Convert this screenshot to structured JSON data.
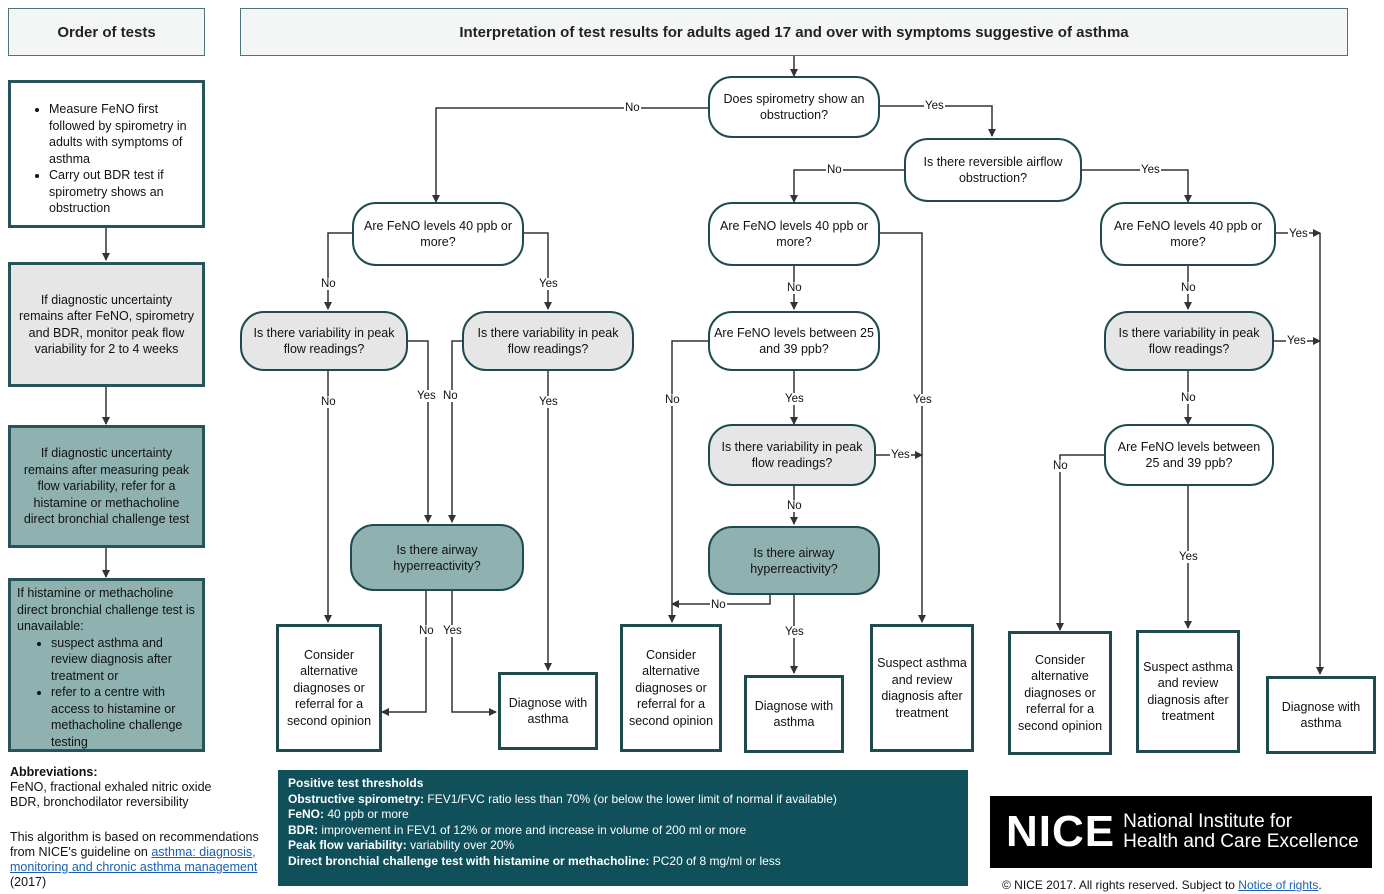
{
  "headers": {
    "order": "Order of tests",
    "main": "Interpretation of test results for adults aged 17 and over with symptoms suggestive of asthma"
  },
  "order_steps": {
    "step1_items": [
      "Measure FeNO first followed by spirometry in adults with symptoms of asthma",
      "Carry out BDR test if spirometry shows an obstruction"
    ],
    "step2": "If diagnostic uncertainty remains after FeNO, spirometry and BDR, monitor peak flow variability for 2 to 4 weeks",
    "step3": "If diagnostic uncertainty remains after measuring peak flow variability, refer for a histamine or methacholine direct bronchial challenge test",
    "step4_intro": "If histamine or methacholine direct bronchial challenge test is unavailable:",
    "step4_items": [
      "suspect asthma and review diagnosis after treatment or",
      "refer to a centre with access to histamine or methacholine challenge testing"
    ]
  },
  "questions": {
    "q_spirometry": "Does spirometry show an obstruction?",
    "q_reversible": "Is there reversible airflow obstruction?",
    "q_feno40_a": "Are FeNO levels 40 ppb or more?",
    "q_feno40_b": "Are FeNO levels 40 ppb or more?",
    "q_feno40_c": "Are FeNO levels 40 ppb or more?",
    "q_peak_a": "Is there variability in peak flow readings?",
    "q_peak_b": "Is there variability in peak flow readings?",
    "q_feno2539_b": "Are FeNO levels between 25 and 39 ppb?",
    "q_peak_c": "Is there variability in peak flow readings?",
    "q_peak_d": "Is there variability in peak flow readings?",
    "q_feno2539_d": "Are FeNO levels between 25 and 39 ppb?",
    "q_airway_a": "Is there airway hyperreactivity?",
    "q_airway_b": "Is there airway hyperreactivity?"
  },
  "outcomes": {
    "consider": "Consider alternative diagnoses or referral for a second opinion",
    "diagnose": "Diagnose with asthma",
    "suspect": "Suspect asthma and review diagnosis after treatment"
  },
  "labels": {
    "yes": "Yes",
    "no": "No"
  },
  "abbreviations": {
    "title": "Abbreviations:",
    "feno": "FeNO, fractional exhaled nitric oxide",
    "bdr": "BDR, bronchodilator reversibility"
  },
  "basis": {
    "text": "This algorithm is based on recommendations from NICE's guideline on",
    "link": "asthma: diagnosis, monitoring and chronic asthma management",
    "year": "(2017)"
  },
  "thresholds": {
    "title": "Positive test thresholds",
    "items": [
      {
        "label": "Obstructive spirometry:",
        "value": "FEV1/FVC ratio less than 70% (or below the lower limit of normal if available)"
      },
      {
        "label": "FeNO:",
        "value": "40 ppb or more"
      },
      {
        "label": "BDR:",
        "value": "improvement in FEV1 of 12% or more and increase in volume of 200 ml or more"
      },
      {
        "label": "Peak flow variability:",
        "value": "variability over 20%"
      },
      {
        "label": "Direct bronchial challenge test with histamine or methacholine:",
        "value": "PC20 of 8 mg/ml or less"
      }
    ]
  },
  "logo": {
    "mark": "NICE",
    "line1": "National Institute for",
    "line2": "Health and Care Excellence"
  },
  "footer": {
    "text": "© NICE 2017. All rights reserved. Subject to",
    "link": "Notice of rights",
    "end": "."
  },
  "colors": {
    "dark_teal": "#1f4a4e",
    "box_teal": "#8fb2b0",
    "box_grey": "#e6e6e6",
    "threshold_bg": "#10505a",
    "link": "#1a5fb4"
  }
}
